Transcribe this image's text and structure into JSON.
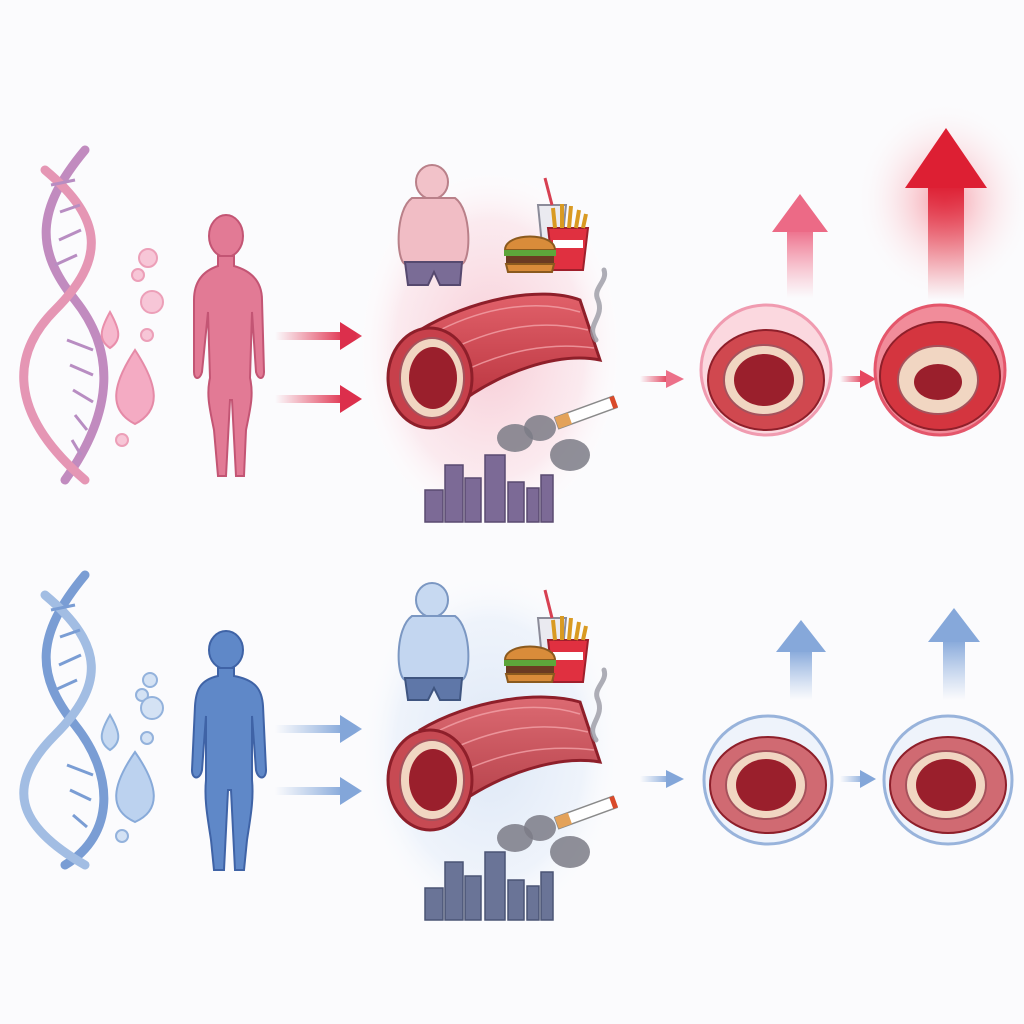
{
  "rows": [
    {
      "id": "female",
      "colors": {
        "primary": "#e0708f",
        "dark": "#c24a6c",
        "light": "#f6c4d3",
        "dna_a": "#c78cc0",
        "dna_b": "#e58fb0",
        "arrow": "#e03352",
        "halo": "#f5b7c3",
        "ring": "#f08aa0"
      },
      "progression_levels": [
        0.55,
        1.0
      ],
      "icons": [
        "dna-helix-icon",
        "hormone-droplet-icon",
        "female-body-icon",
        "obesity-icon",
        "fast-food-icon",
        "artery-icon",
        "cigarette-icon",
        "pollution-city-icon",
        "artery-cross-section-icon",
        "risk-up-arrow-icon"
      ]
    },
    {
      "id": "male",
      "colors": {
        "primary": "#5f88c8",
        "dark": "#3f63a6",
        "light": "#c3d6f0",
        "dna_a": "#7a9dd4",
        "dna_b": "#9ab6e0",
        "arrow": "#7ea6dc",
        "halo": "#d4e2f4",
        "ring": "#98b3db"
      },
      "progression_levels": [
        0.5,
        0.5
      ],
      "icons": [
        "dna-helix-icon",
        "hormone-droplet-icon",
        "male-body-icon",
        "obesity-icon",
        "fast-food-icon",
        "artery-icon",
        "cigarette-icon",
        "pollution-city-icon",
        "artery-cross-section-icon",
        "risk-up-arrow-icon"
      ]
    }
  ]
}
